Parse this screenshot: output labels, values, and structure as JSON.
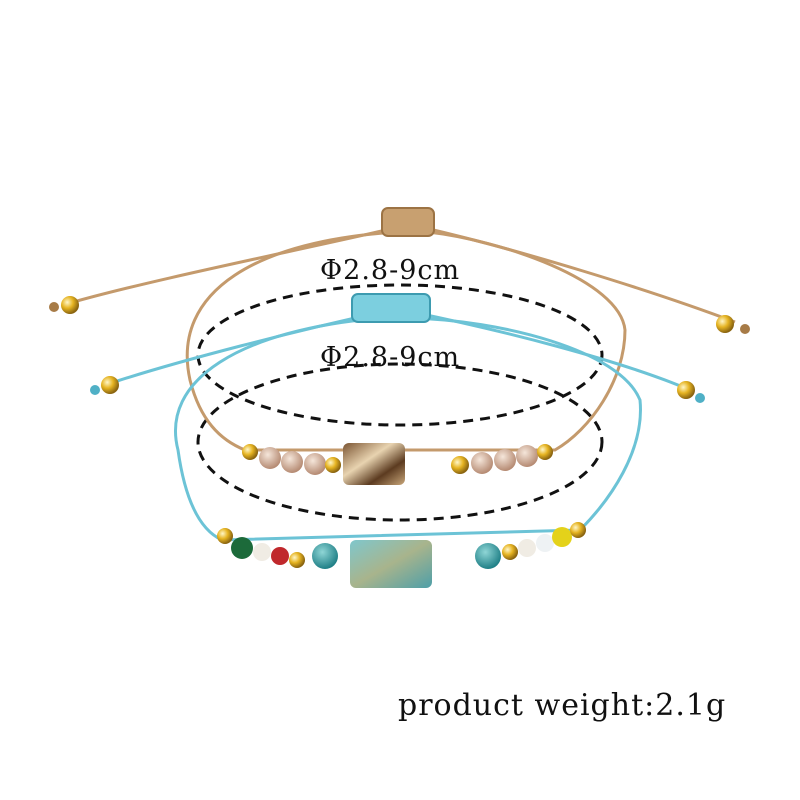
{
  "labels": {
    "tan_bracelet_size": "Φ2.8-9cm",
    "blue_bracelet_size": "Φ2.8-9cm",
    "weight": "product weight:2.1g"
  },
  "colors": {
    "tan_cord": "#c49a6c",
    "blue_cord": "#6cc3d6",
    "gold_bead": "#e6b422",
    "dashed_line": "#111111"
  }
}
